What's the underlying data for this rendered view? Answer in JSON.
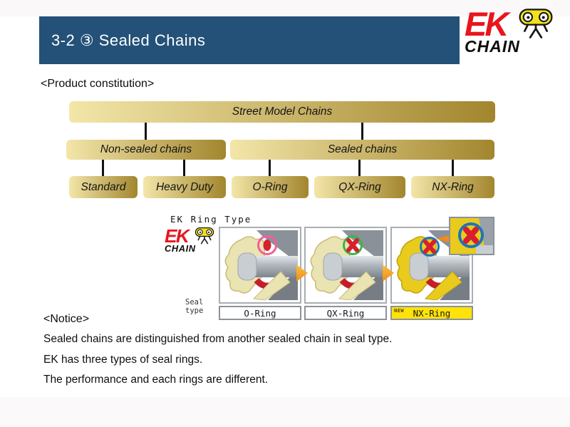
{
  "header": {
    "title": "3-2 ③ Sealed Chains",
    "bg": "#235178"
  },
  "logo": {
    "ek": "EK",
    "chain": "CHAIN",
    "red": "#E8151D",
    "mascot_yellow": "#F2E21C"
  },
  "sections": {
    "product_heading": "<Product constitution>",
    "notice_heading": "<Notice>"
  },
  "tree": {
    "gold_light": "#F3E6A9",
    "gold_dark": "#A2862E",
    "root": "Street Model Chains",
    "level2": [
      "Non-sealed chains",
      "Sealed chains"
    ],
    "level3": [
      "Standard",
      "Heavy Duty",
      "O-Ring",
      "QX-Ring",
      "NX-Ring"
    ]
  },
  "ringtype": {
    "title": "EK Ring Type",
    "seal_label_line1": "Seal",
    "seal_label_line2": "type",
    "arrow_color_top": "#FBC13E",
    "arrow_color_bottom": "#EF8A1B",
    "nx_label_bg": "#FFE20A",
    "panels": [
      {
        "label": "O-Ring",
        "ring_color": "#F0609A",
        "plate": "#EAE3B2",
        "plate_edge": "#C9BC7A",
        "seal": "oval",
        "is_new": false
      },
      {
        "label": "QX-Ring",
        "ring_color": "#3CB54A",
        "plate": "#EAE3B2",
        "plate_edge": "#C9BC7A",
        "seal": "x",
        "is_new": false
      },
      {
        "label": "NX-Ring",
        "ring_color": "#1B75BC",
        "plate": "#E9CB1E",
        "plate_edge": "#BFA30C",
        "seal": "x",
        "is_new": true,
        "new_label": "NEW"
      }
    ]
  },
  "notice": {
    "lines": [
      "Sealed chains are distinguished from another sealed chain in seal type.",
      "EK has three types of seal rings.",
      "The performance and each rings are different."
    ]
  }
}
